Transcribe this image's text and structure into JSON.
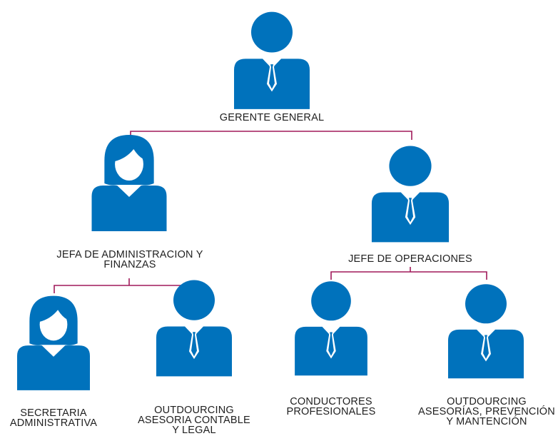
{
  "colors": {
    "figure": "#0072bc",
    "connector": "#a0195a",
    "background": "#ffffff"
  },
  "nodes": {
    "gerente_general": {
      "icon": "man-icon",
      "lines": [
        "GERENTE GENERAL"
      ]
    },
    "jefa_admin": {
      "icon": "woman-icon",
      "lines": [
        "JEFA DE ADMINISTRACION Y",
        "FINANZAS"
      ]
    },
    "jefe_operaciones": {
      "icon": "man-icon",
      "lines": [
        "JEFE DE OPERACIONES"
      ]
    },
    "secretaria": {
      "icon": "woman-icon",
      "lines": [
        "SECRETARIA",
        "ADMINISTRATIVA"
      ]
    },
    "outsourcing_contable": {
      "icon": "man-icon",
      "lines": [
        "OUTDOURCING",
        "ASESORIA CONTABLE",
        "Y LEGAL"
      ]
    },
    "conductores": {
      "icon": "man-icon",
      "lines": [
        "CONDUCTORES",
        "PROFESIONALES"
      ]
    },
    "outsourcing_prevencion": {
      "icon": "man-icon",
      "lines": [
        "OUTDOURCING",
        "ASESORÍAS, PREVENCIÓN",
        "Y MANTENCIÓN"
      ]
    }
  }
}
